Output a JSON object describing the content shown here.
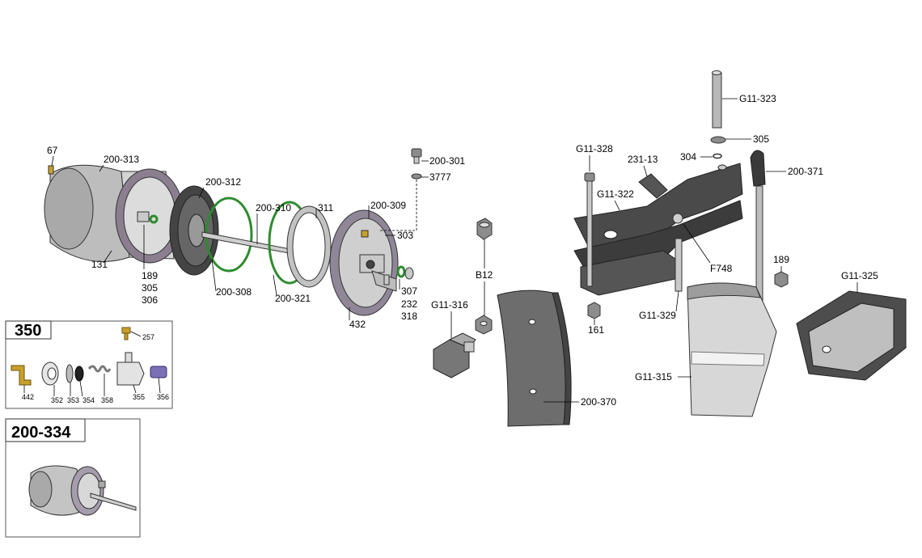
{
  "labels": [
    {
      "id": "67",
      "text": "67"
    },
    {
      "id": "200-313",
      "text": "200-313"
    },
    {
      "id": "200-312",
      "text": "200-312"
    },
    {
      "id": "200-310",
      "text": "200-310"
    },
    {
      "id": "311",
      "text": "311"
    },
    {
      "id": "200-309",
      "text": "200-309"
    },
    {
      "id": "200-301",
      "text": "200-301"
    },
    {
      "id": "3777",
      "text": "3777"
    },
    {
      "id": "303",
      "text": "303"
    },
    {
      "id": "131",
      "text": "131"
    },
    {
      "id": "189a",
      "text": "189"
    },
    {
      "id": "305a",
      "text": "305"
    },
    {
      "id": "306",
      "text": "306"
    },
    {
      "id": "200-308",
      "text": "200-308"
    },
    {
      "id": "200-321",
      "text": "200-321"
    },
    {
      "id": "432",
      "text": "432"
    },
    {
      "id": "307",
      "text": "307"
    },
    {
      "id": "232",
      "text": "232"
    },
    {
      "id": "318",
      "text": "318"
    },
    {
      "id": "B12",
      "text": "B12"
    },
    {
      "id": "G11-316",
      "text": "G11-316"
    },
    {
      "id": "200-370",
      "text": "200-370"
    },
    {
      "id": "G11-328",
      "text": "G11-328"
    },
    {
      "id": "231-13",
      "text": "231-13"
    },
    {
      "id": "G11-322",
      "text": "G11-322"
    },
    {
      "id": "G11-323",
      "text": "G11-323"
    },
    {
      "id": "305b",
      "text": "305"
    },
    {
      "id": "304",
      "text": "304"
    },
    {
      "id": "200-371",
      "text": "200-371"
    },
    {
      "id": "F748",
      "text": "F748"
    },
    {
      "id": "189b",
      "text": "189"
    },
    {
      "id": "G11-325",
      "text": "G11-325"
    },
    {
      "id": "161",
      "text": "161"
    },
    {
      "id": "G11-329",
      "text": "G11-329"
    },
    {
      "id": "G11-315",
      "text": "G11-315"
    }
  ],
  "inset_350": {
    "title": "350",
    "parts": [
      "442",
      "352",
      "353",
      "354",
      "358",
      "355",
      "356",
      "257"
    ]
  },
  "inset_200_334": {
    "title": "200-334"
  },
  "colors": {
    "o_ring": "#2e8b2e",
    "fitting_brass": "#c9a02a",
    "cap_purple": "#7b6fb5"
  }
}
